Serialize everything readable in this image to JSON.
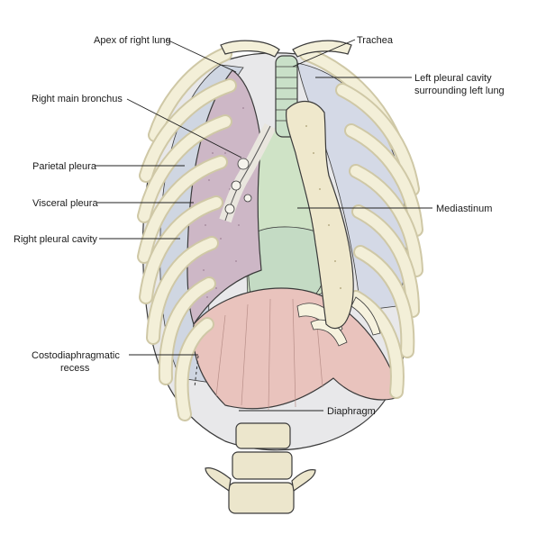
{
  "labels": {
    "apex_right_lung": "Apex of right lung",
    "trachea": "Trachea",
    "left_pleural_cavity_line1": "Left pleural cavity",
    "left_pleural_cavity_line2": "surrounding left lung",
    "right_main_bronchus": "Right main bronchus",
    "parietal_pleura": "Parietal pleura",
    "visceral_pleura": "Visceral pleura",
    "right_pleural_cavity": "Right pleural cavity",
    "mediastinum": "Mediastinum",
    "costodiaphragmatic_line1": "Costodiaphragmatic",
    "costodiaphragmatic_line2": "recess",
    "diaphragm": "Diaphragm"
  },
  "colors": {
    "rib_fill": "#f3efd8",
    "rib_shadow": "#cfc8a6",
    "lung_right": "#cdb7c6",
    "pleural_cavity": "#cfd6e2",
    "mediastinum": "#cfe3c6",
    "trachea": "#c9e0c8",
    "diaphragm": "#e9c3bd",
    "sternum": "#efe8cc",
    "vertebra": "#ece6cc",
    "outline": "#3a3a3a"
  }
}
